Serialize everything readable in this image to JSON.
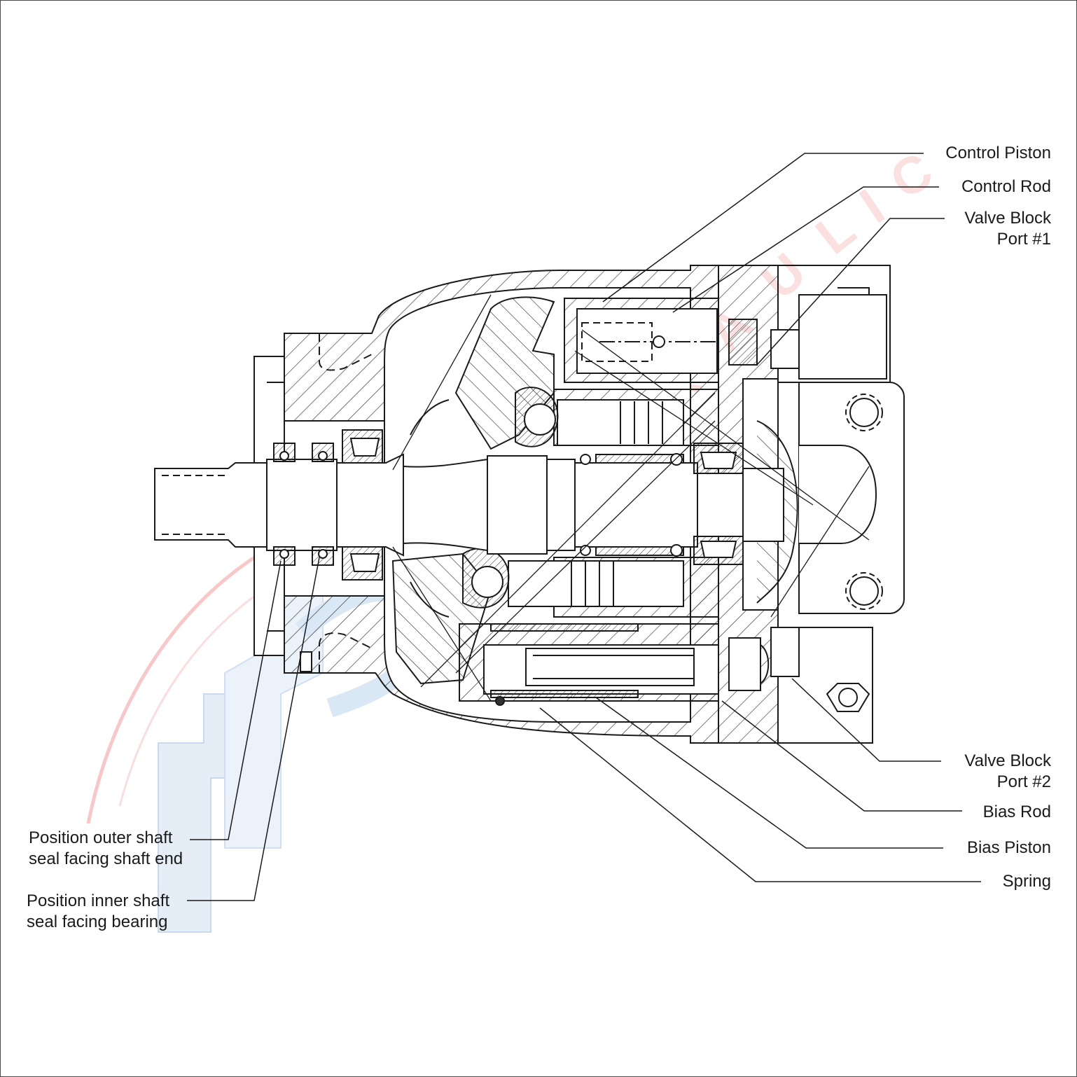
{
  "labels": {
    "control_piston": "Control Piston",
    "control_rod": "Control Rod",
    "valve_block_port1_line1": "Valve Block",
    "valve_block_port1_line2": "Port #1",
    "valve_block_port2_line1": "Valve Block",
    "valve_block_port2_line2": "Port #2",
    "bias_rod": "Bias Rod",
    "bias_piston": "Bias Piston",
    "spring": "Spring",
    "outer_seal_line1": "Position outer shaft",
    "outer_seal_line2": "seal facing shaft end",
    "inner_seal_line1": "Position inner shaft",
    "inner_seal_line2": "seal facing bearing"
  },
  "watermark": {
    "text": "HYDRAULIC",
    "color_red": "#e53935",
    "color_blue": "#5b8fc9"
  },
  "colors": {
    "line": "#1a1a1a",
    "hatch": "#333333",
    "border": "#4a4a4a"
  }
}
